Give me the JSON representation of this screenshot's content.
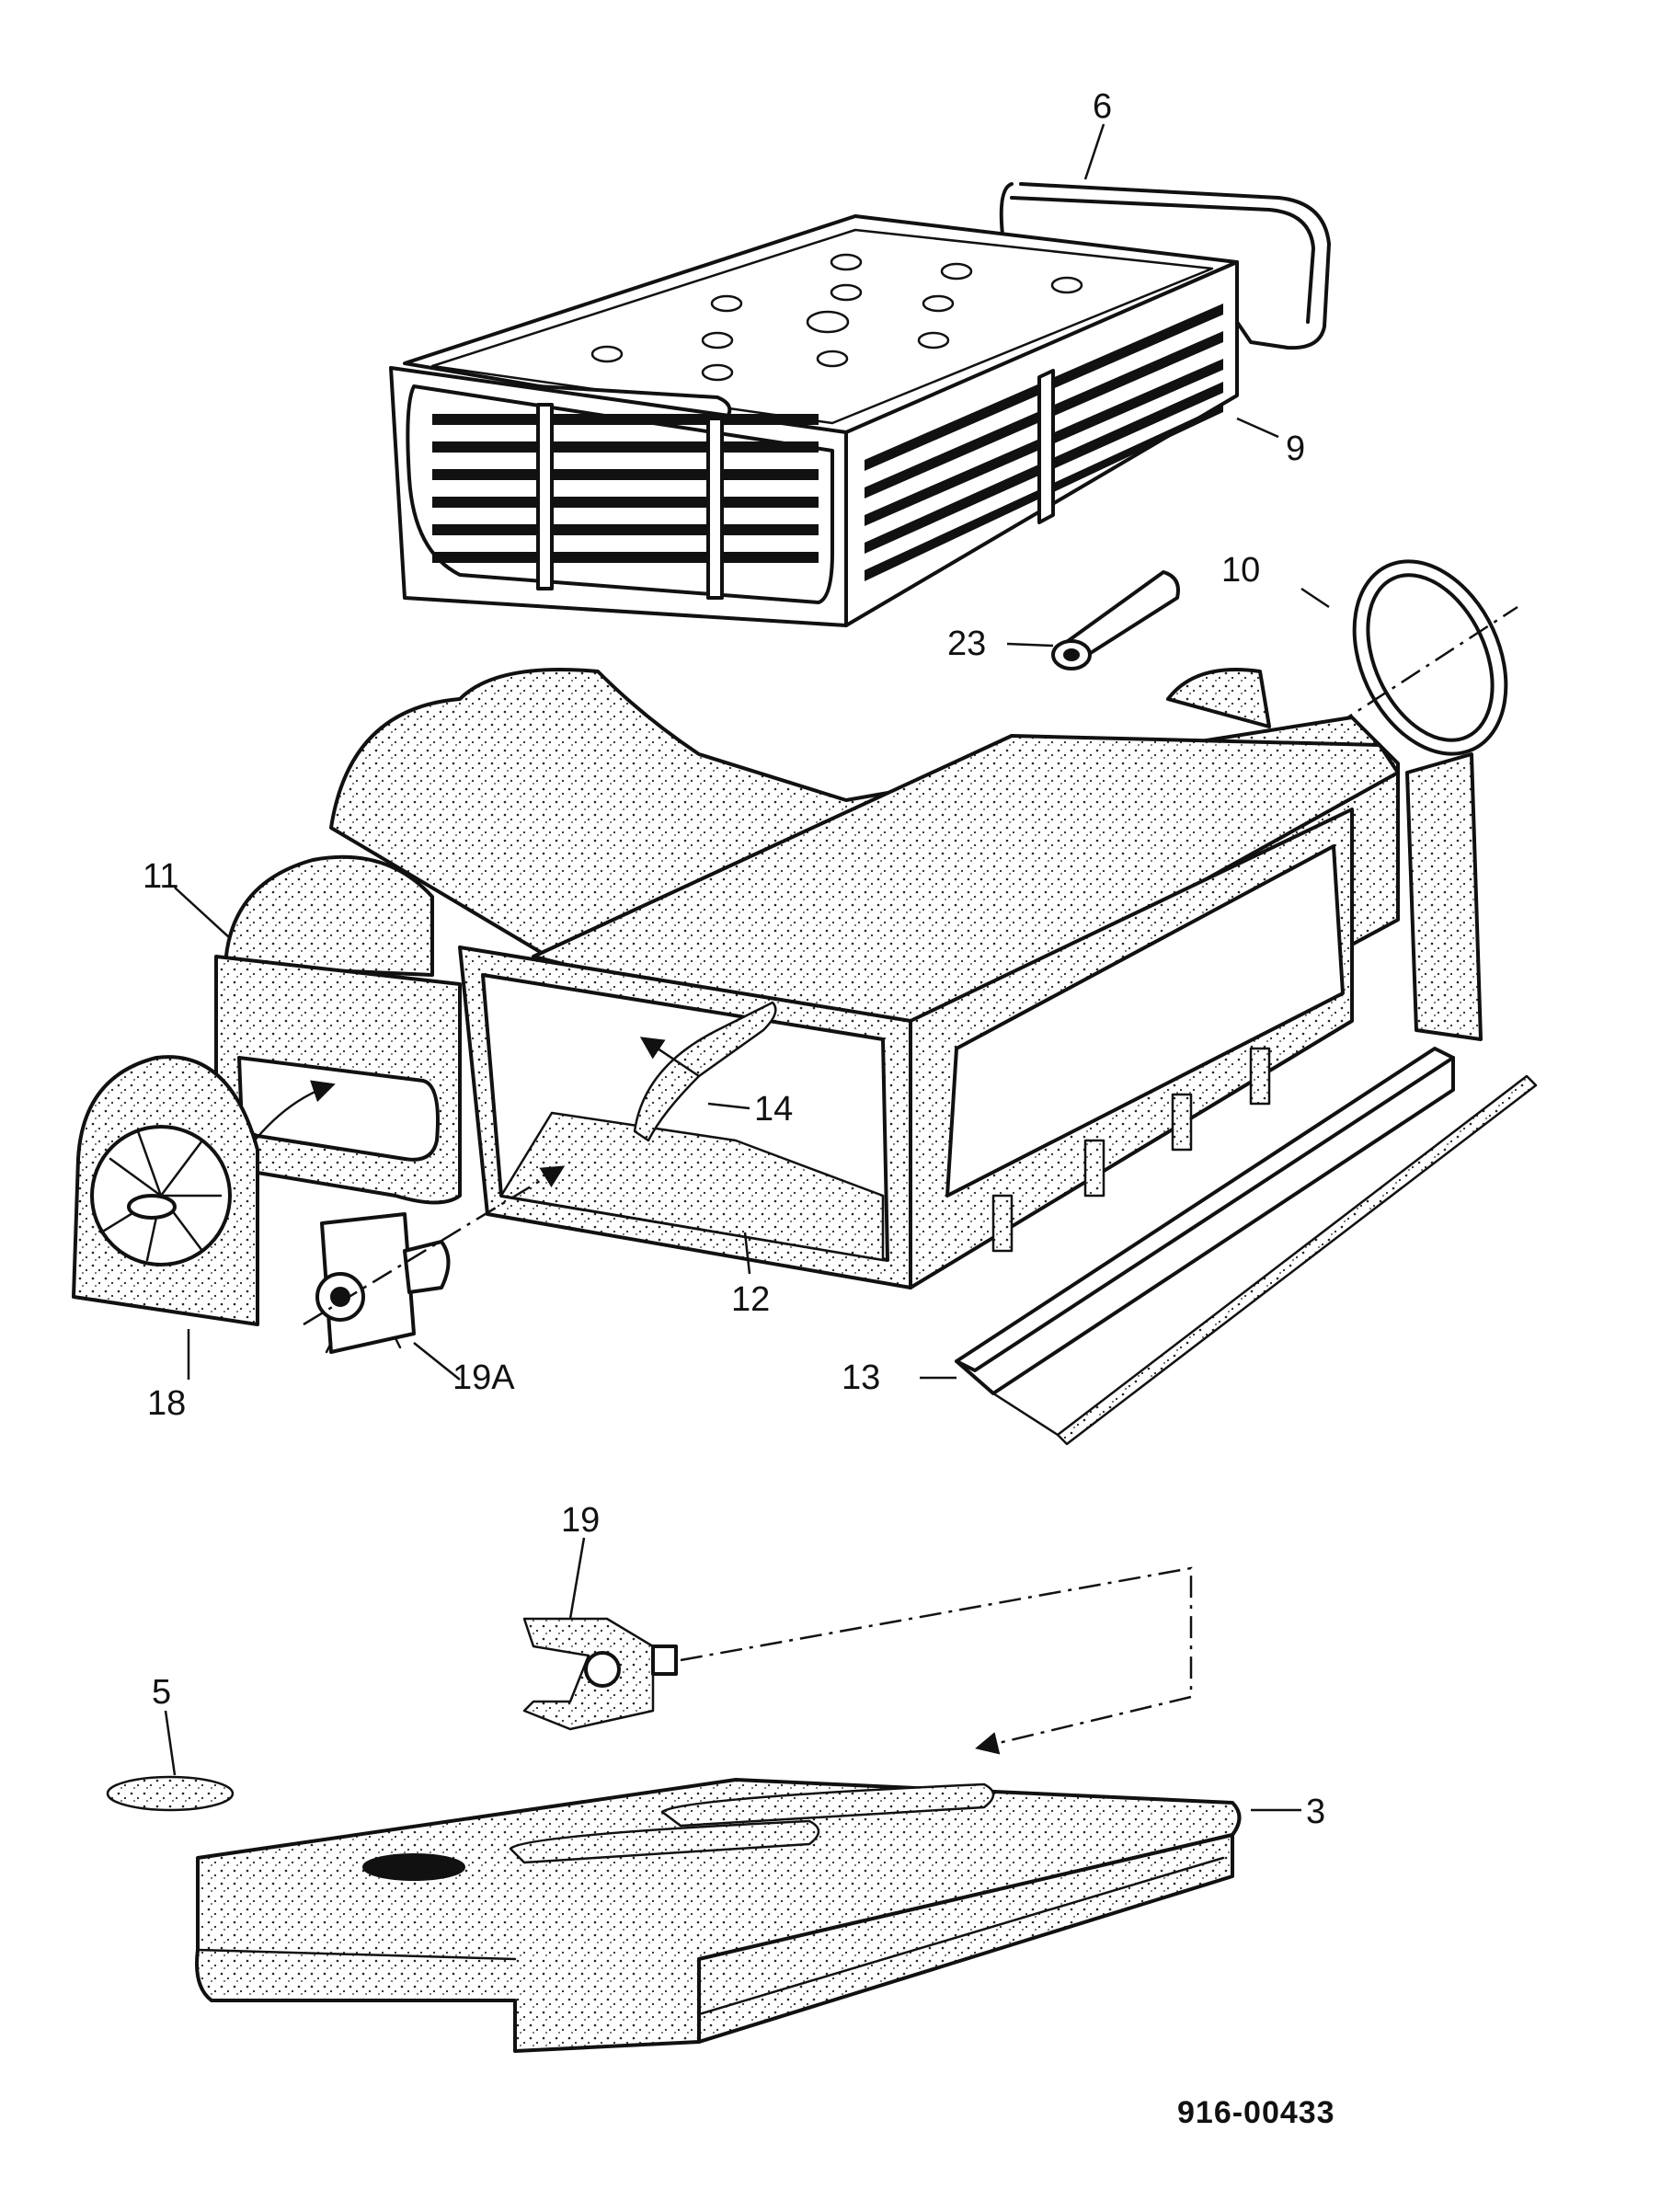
{
  "diagram": {
    "document_number": "916-00433",
    "callouts": {
      "c6": "6",
      "c9": "9",
      "c10": "10",
      "c23": "23",
      "c11": "11",
      "c14": "14",
      "c12": "12",
      "c18": "18",
      "c19a": "19A",
      "c13": "13",
      "c19": "19",
      "c5": "5",
      "c3": "3"
    }
  }
}
